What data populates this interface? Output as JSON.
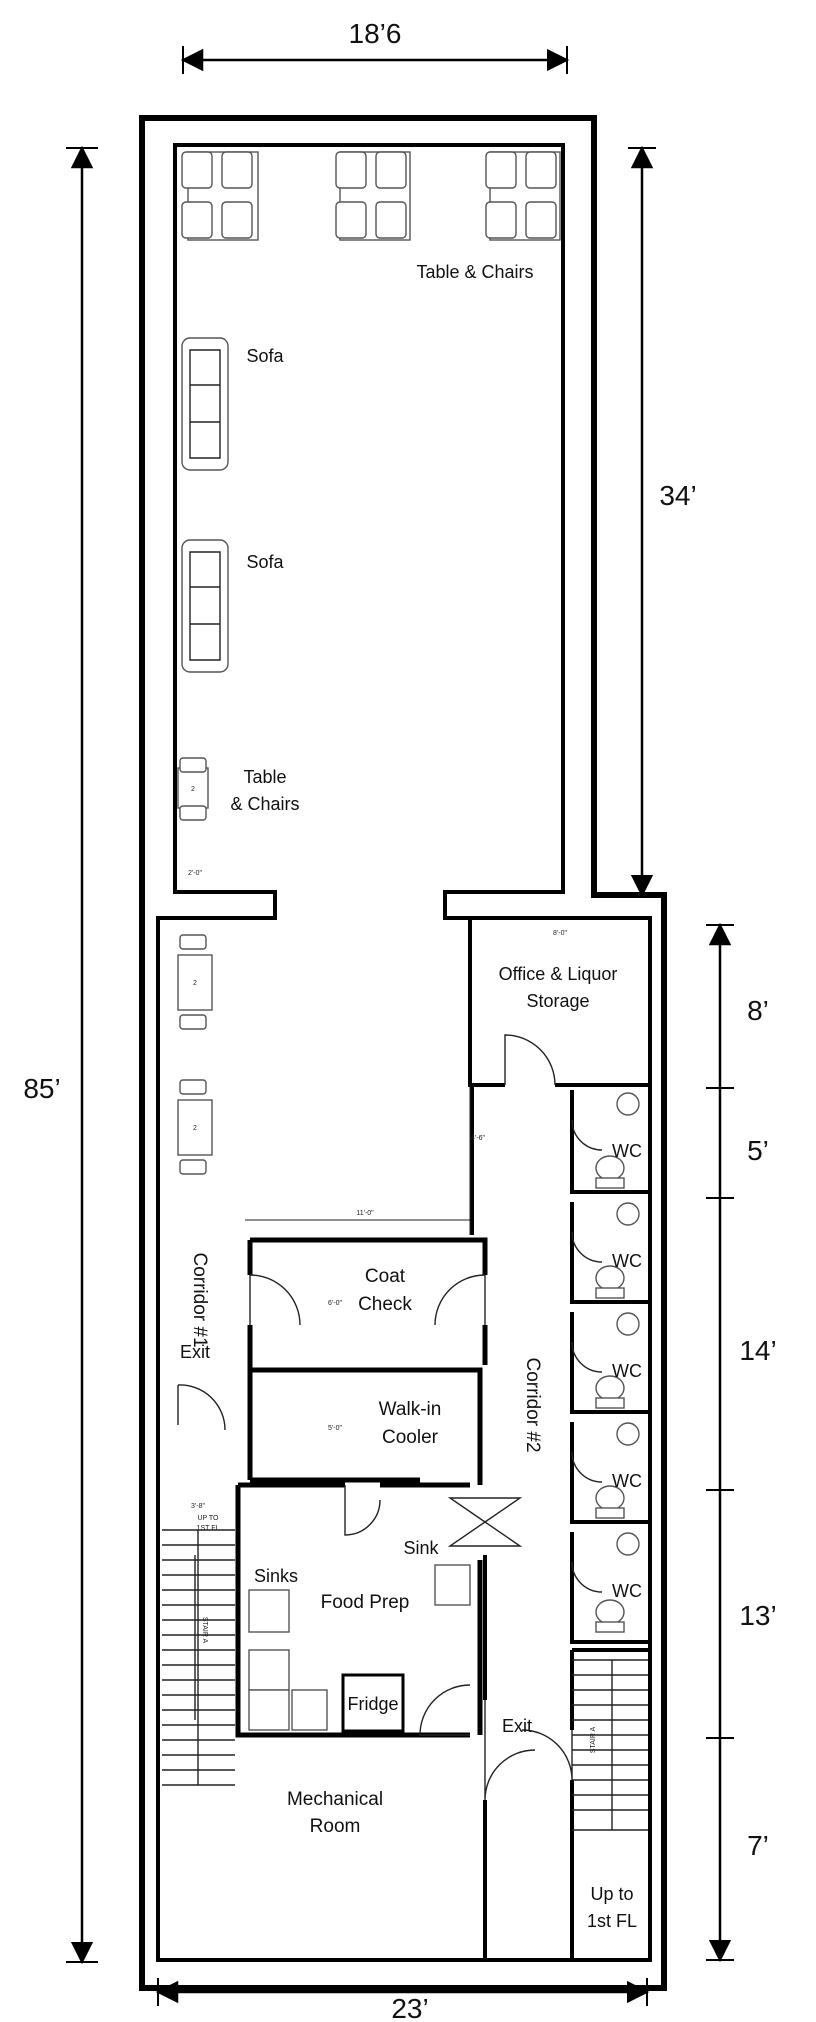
{
  "dimensions": {
    "top_width": "18’6",
    "right_upper": "34’",
    "overall_height": "85’",
    "bottom_width": "23’",
    "segments": [
      "8’",
      "5’",
      "14’",
      "13’",
      "7’"
    ]
  },
  "rooms": {
    "table_chairs_top": "Table & Chairs",
    "sofa_1": "Sofa",
    "sofa_2": "Sofa",
    "table_chairs_left_1": "Table",
    "table_chairs_left_2": "& Chairs",
    "office_1": "Office & Liquor",
    "office_2": "Storage",
    "coat_1": "Coat",
    "coat_2": "Check",
    "cooler_1": "Walk-in",
    "cooler_2": "Cooler",
    "corridor_1": "Corridor #1",
    "corridor_2": "Corridor #2",
    "exit_left": "Exit",
    "exit_right": "Exit",
    "sink": "Sink",
    "sinks": "Sinks",
    "food_prep": "Food Prep",
    "fridge": "Fridge",
    "mechanical_1": "Mechanical",
    "mechanical_2": "Room",
    "wc": [
      "WC",
      "WC",
      "WC",
      "WC",
      "WC"
    ],
    "up_1": "Up to",
    "up_2": "1st FL"
  },
  "small_annotations": {
    "width_2_0": "2'-0\"",
    "office_width": "8'-0\"",
    "coat_width": "11'-0\"",
    "corridor_width": "4'-6\"",
    "coat_depth": "6'-0\"",
    "cooler_depth": "5'-0\"",
    "stair_width": "3'-8\"",
    "stair_up_1": "UP TO",
    "stair_up_2": "1ST FL",
    "stair_label": "STAIR A",
    "stair_label_right": "STAIR A",
    "chair_num": "2"
  }
}
